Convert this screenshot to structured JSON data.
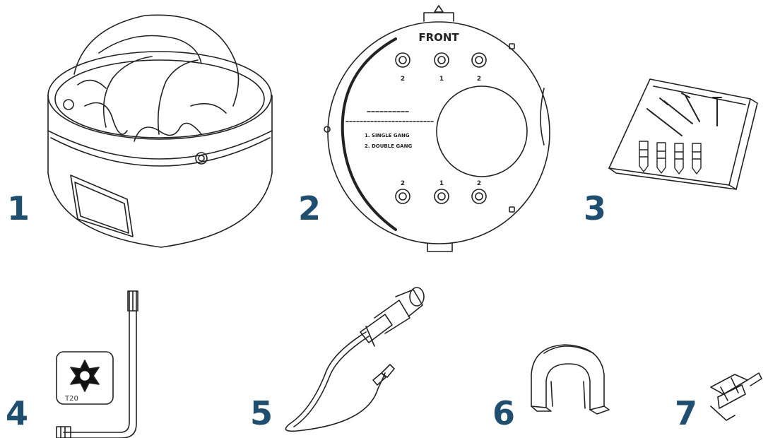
{
  "items": [
    {
      "number": "1"
    },
    {
      "number": "2"
    },
    {
      "number": "3"
    },
    {
      "number": "4"
    },
    {
      "number": "5"
    },
    {
      "number": "6"
    },
    {
      "number": "7"
    }
  ],
  "plate": {
    "front_label": "FRONT",
    "hole_labels_top": [
      "2",
      "1",
      "2"
    ],
    "hole_labels_bottom": [
      "2",
      "1",
      "2"
    ],
    "option_1": "1. SINGLE GANG",
    "option_2": "2. DOUBLE GANG"
  },
  "wrench": {
    "size_label": "T20"
  },
  "colors": {
    "number": "#1f4e6e",
    "line": "#222222"
  }
}
